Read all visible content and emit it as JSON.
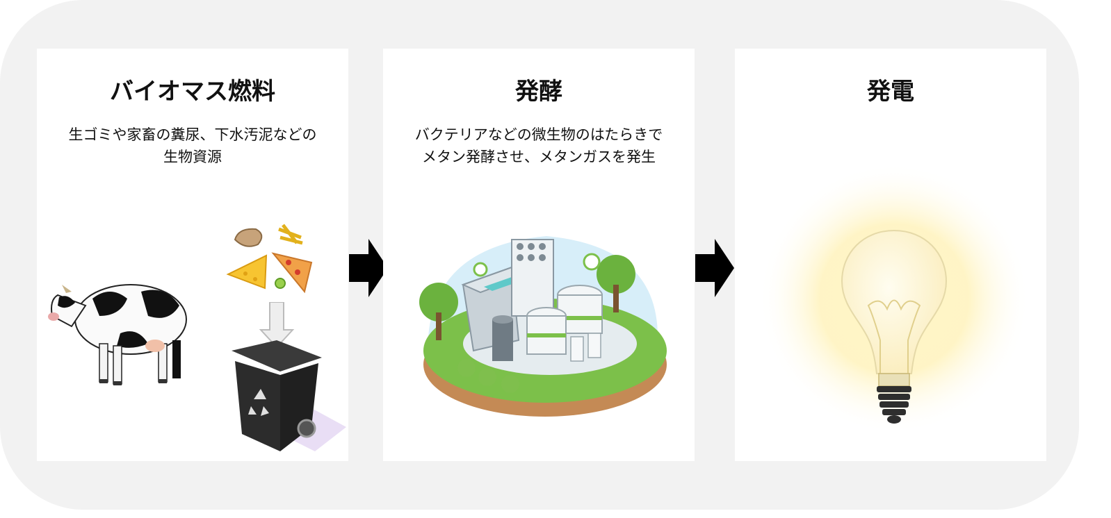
{
  "steps": [
    {
      "title": "バイオマス燃料",
      "description": [
        "生ゴミや家畜の糞尿、下水汚泥などの",
        "生物資源"
      ],
      "icons": [
        "cow-icon",
        "food-waste-icon",
        "trash-bin-icon"
      ]
    },
    {
      "title": "発酵",
      "description": [
        "バクテリアなどの微生物のはたらきで",
        "メタン発酵させ、メタンガスを発生"
      ],
      "icons": [
        "biogas-plant-icon"
      ]
    },
    {
      "title": "発電",
      "description": [],
      "icons": [
        "light-bulb-icon"
      ]
    }
  ],
  "connectors": [
    "arrow-right-icon",
    "arrow-right-icon"
  ],
  "colors": {
    "frame_background": "#f2f2f2",
    "panel_background": "#ffffff",
    "arrow": "#000000",
    "glow": "#fff3b0",
    "grass": "#7cc04a"
  }
}
